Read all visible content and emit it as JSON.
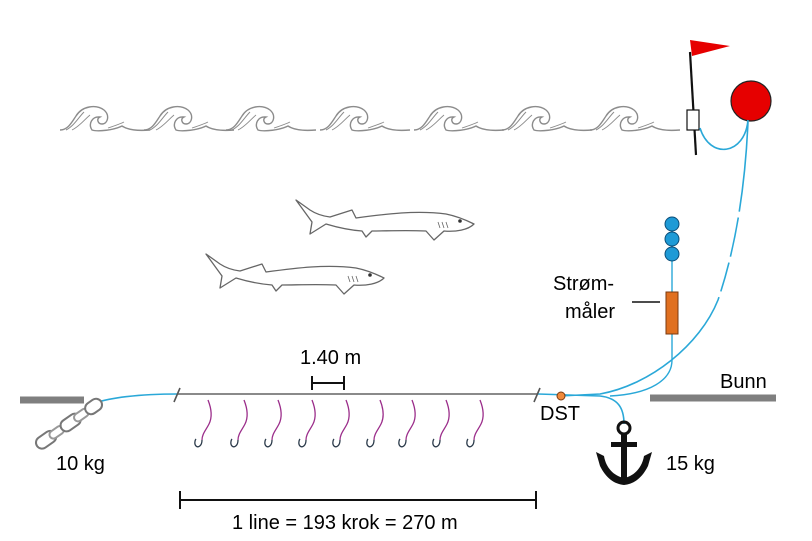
{
  "labels": {
    "spacing": "1.40 m",
    "current_meter_line1": "Strøm-",
    "current_meter_line2": "måler",
    "seabed": "Bunn",
    "dst": "DST",
    "weight_left": "10 kg",
    "weight_right": "15 kg",
    "line_length": "1 line = 193 krok = 270 m"
  },
  "colors": {
    "rope": "#2aa8d8",
    "mainline": "#8a8a8a",
    "seabed": "#7f7f7f",
    "buoy": "#e60000",
    "flag": "#e60000",
    "floats": "#1e9ad6",
    "current_meter": "#e07020",
    "dst": "#f08a3c",
    "hook_snood": "#9b2d8a",
    "hook": "#2b3a4a",
    "wave": "#8c8c8c",
    "shark": "#666666",
    "anchor": "#111111"
  },
  "icons": {
    "wave": "wave-icon",
    "shark": "shark-icon",
    "anchor": "anchor-icon",
    "chain": "chain-icon",
    "buoy": "buoy-icon",
    "flag": "flag-icon"
  },
  "hook_count_shown": 9,
  "wave_count_shown": 7
}
